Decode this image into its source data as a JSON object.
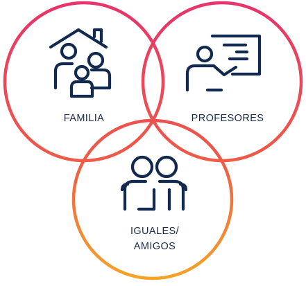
{
  "colors": {
    "ring_top": "#e8336b",
    "ring_bottom": "#f7a823",
    "icon": "#112a4d",
    "text": "#1a2b4a"
  },
  "circles": [
    {
      "id": "familia",
      "label_lines": [
        "FAMILIA"
      ],
      "icon": "family-house-icon"
    },
    {
      "id": "profesores",
      "label_lines": [
        "PROFESORES"
      ],
      "icon": "teacher-whiteboard-icon"
    },
    {
      "id": "iguales",
      "label_lines": [
        "IGUALES/",
        "AMIGOS"
      ],
      "icon": "friends-icon"
    }
  ]
}
